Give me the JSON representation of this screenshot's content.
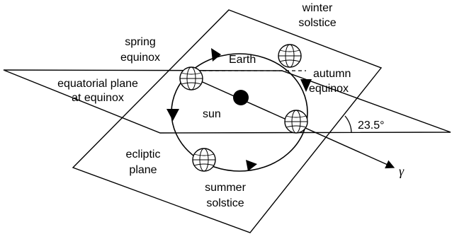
{
  "labels": {
    "winter_solstice": [
      "winter",
      "solstice"
    ],
    "spring_equinox": [
      "spring",
      "equinox"
    ],
    "equatorial_plane": [
      "equatorial plane",
      "at equinox"
    ],
    "earth": "Earth",
    "autumn_equinox": [
      "autumn",
      "equinox"
    ],
    "sun": "sun",
    "tilt_angle": "23.5°",
    "ecliptic_plane": [
      "ecliptic",
      "plane"
    ],
    "summer_solstice": [
      "summer",
      "solstice"
    ],
    "gamma": "γ"
  },
  "colors": {
    "ink": "#000000",
    "background": "#ffffff"
  }
}
